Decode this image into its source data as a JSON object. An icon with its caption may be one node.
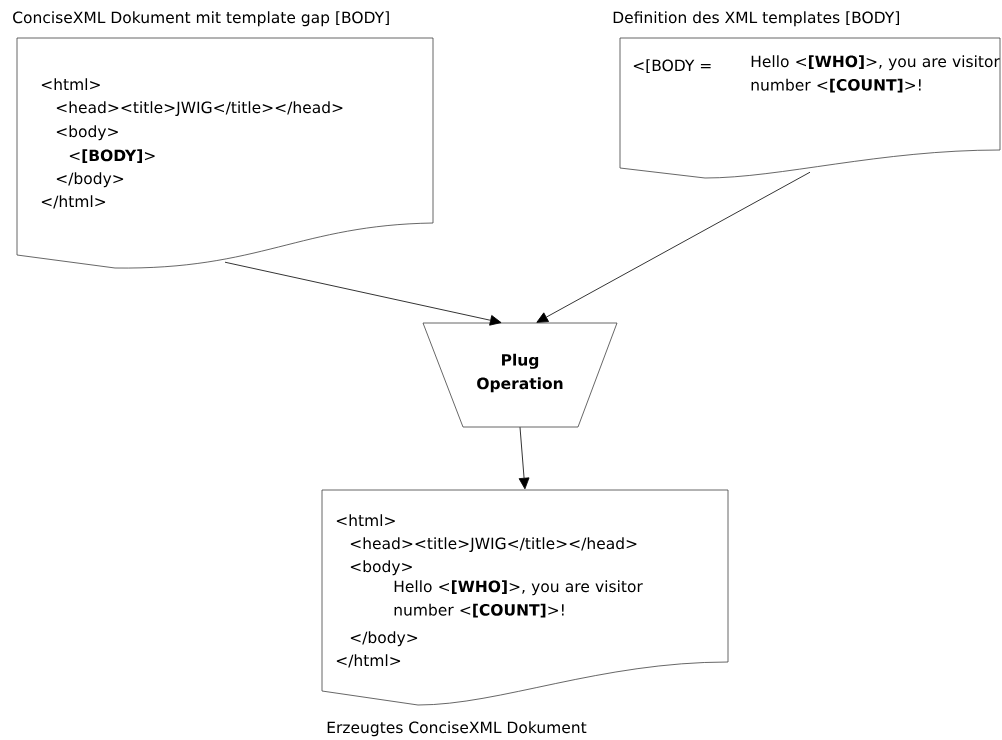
{
  "diagram": {
    "nodes": [
      {
        "text": [
          "ConciseXML Dokument mit template gap [BODY]",
          "<html>",
          "<head><title>JWIG</title></head>",
          "<body>",
          "<**[BODY]**>",
          "</body>",
          "</html>"
        ]
      },
      {
        "text": [
          "Definition des XML templates [BODY]",
          "<[BODY =",
          "Hello <**[WHO]**>, you are visitor number <**[COUNT]**>!"
        ]
      },
      {
        "text": [
          "Plug Operation"
        ]
      },
      {
        "text": [
          "<html>",
          "<head><title>JWIG</title></head>",
          "<body>",
          "Hello <**[WHO]**>, you are visitor number <**[COUNT]**>!",
          "</body>",
          "</html>",
          "Erzeugtes ConciseXML Dokument"
        ]
      }
    ],
    "edges": [
      {
        "from": 0,
        "to": 2,
        "arrow": "to"
      },
      {
        "from": 1,
        "to": 2,
        "arrow": "to"
      },
      {
        "from": 2,
        "to": 3,
        "arrow": "to"
      }
    ]
  }
}
